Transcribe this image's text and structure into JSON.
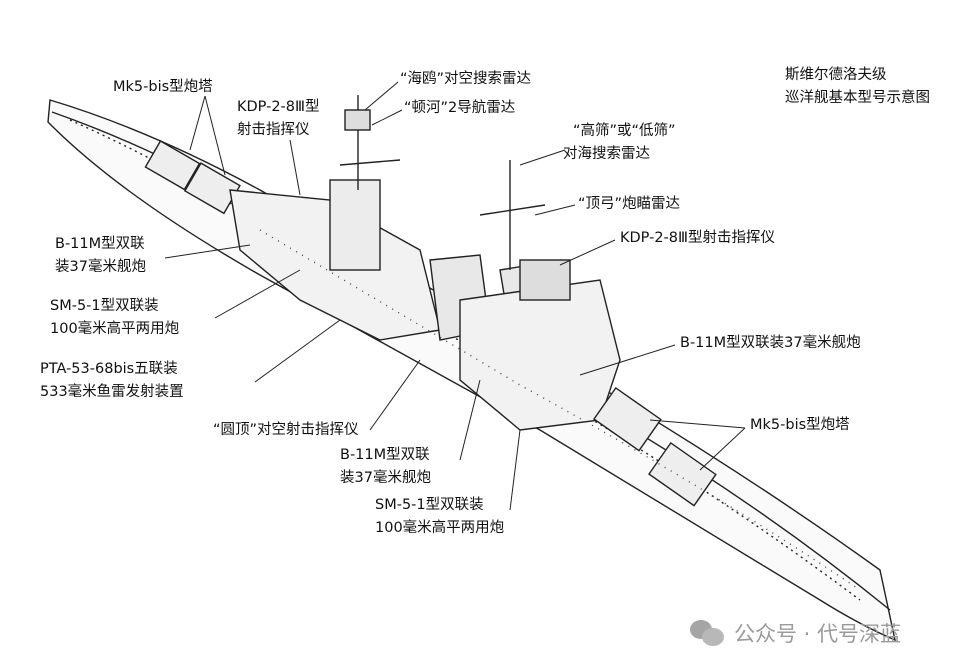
{
  "title": [
    "斯维尔德洛夫级",
    "巡洋舰基本型号示意图"
  ],
  "labels": {
    "mk5_top": "Mk5-bis型炮塔",
    "kdp_top": [
      "KDP-2-8Ⅲ型",
      "射击指挥仪"
    ],
    "seagull": "“海鸥”对空搜索雷达",
    "don": "“顿河”2导航雷达",
    "sieve": [
      "“高筛”或“低筛”",
      "对海搜索雷达"
    ],
    "top_bow": "“顶弓”炮瞄雷达",
    "kdp_right": "KDP-2-8Ⅲ型射击指挥仪",
    "b11m_left": [
      "B-11M型双联",
      "装37毫米舰炮"
    ],
    "sm51_left": [
      "SM-5-1型双联装",
      "100毫米高平两用炮"
    ],
    "pta": [
      "PTA-53-68bis五联装",
      "533毫米鱼雷发射装置"
    ],
    "b11m_right": "B-11M型双联装37毫米舰炮",
    "mk5_right": "Mk5-bis型炮塔",
    "dome": "“圆顶”对空射击指挥仪",
    "b11m_mid": [
      "B-11M型双联",
      "装37毫米舰炮"
    ],
    "sm51_mid": [
      "SM-5-1型双联装",
      "100毫米高平两用炮"
    ]
  },
  "watermark": "公众号 · 代号深蓝"
}
